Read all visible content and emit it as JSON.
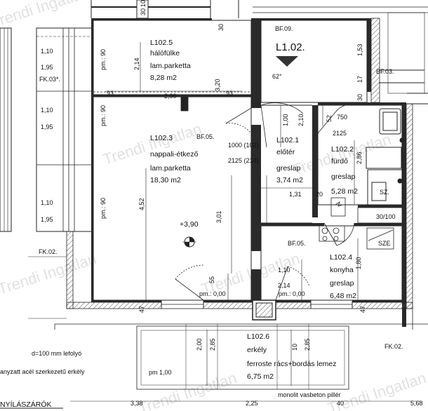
{
  "rooms": {
    "bedroom": {
      "code": "L102.5",
      "name": "hálófülke",
      "floor": "lam.parketta",
      "area": "8,28 m2"
    },
    "living": {
      "code": "L102.3",
      "name": "nappali-étkező",
      "floor": "lam.parketta",
      "area": "18,30 m2"
    },
    "hall": {
      "code": "L102.1",
      "name": "előtér",
      "floor": "greslap",
      "area": "3,74 m2"
    },
    "bath": {
      "code": "L102.2",
      "name": "fürdő",
      "floor": "greslap",
      "area": "5,28 m2"
    },
    "kitchen": {
      "code": "L102.4",
      "name": "konyha",
      "floor": "greslap",
      "area": "6,48 m2"
    },
    "balcony": {
      "code": "L102.6",
      "name": "erkély",
      "floor": "ferroste rács+bordás lemez",
      "area": "6,75 m2"
    }
  },
  "unit": {
    "label": "L1.02.",
    "door_code": "BF.09."
  },
  "tags": {
    "bf05_living": "BF.05.",
    "bf05_kitchen": "BF.05.",
    "bf03": "BF.03.",
    "fk03": "FK.03*.",
    "fk02_left": "FK.02.",
    "fk02_right": "FK.02.",
    "sz": "SZ.",
    "sze": "SZE",
    "vent": "30/100"
  },
  "levels": {
    "main": "+3,90",
    "pm0_living": "pm.: 0,00",
    "pm0_kitchen": "pm.: 0,00",
    "pm90_a": "pm.: 90",
    "pm90_b": "pm.: 90",
    "pm90_c": "pm.: 90",
    "pm1": "pm 1,00"
  },
  "door_info": {
    "size": "1000 (102)",
    "height": "2125 (214)",
    "bath_w": "750",
    "bath_h": "2125",
    "angle": "62°"
  },
  "dimensions": {
    "d_110_a": "1,10",
    "d_195_a": "1,95",
    "d_110_b": "1,10",
    "d_195_b": "1,95",
    "d_110_c": "1,10",
    "d_195_c": "1,95",
    "d_214": "2,14",
    "d_320": "3,20",
    "d_452": "4,52",
    "d_301": "3,01",
    "d_55": "55",
    "d_47_a": "47",
    "d_47_b": "47",
    "d_93_a": "93",
    "d_200": "2,00",
    "d_93_b": "93",
    "d_153": "1,53",
    "d_17": "17",
    "d_30_a": "30",
    "d_30_b": "30",
    "d_30_top": "30",
    "d_10": "10",
    "d_100": "1,00",
    "d_210": "2,10",
    "d_52": "52",
    "d_131": "1,31",
    "d_20": "20",
    "d_286": "2,86",
    "d_110_k": "1,10",
    "d_214_k": "2,14",
    "d_180": "1,80",
    "d_200_bal": "2,00",
    "d_285_a": "2,85",
    "d_10_bal": "10",
    "d_285_b": "2,85",
    "d_338": "3,38",
    "d_225": "2,25",
    "d_568": "5,68",
    "d_40": "40"
  },
  "notes": {
    "drain": "d=100 mm lefolyó",
    "balcony_structure": "anyzatt acél szerkezetű erkély",
    "pillar": "monolit vasbeton pillér",
    "openings": "NYÍLÁSZÁRÓK"
  },
  "watermark": "Trendi Ingatlan"
}
